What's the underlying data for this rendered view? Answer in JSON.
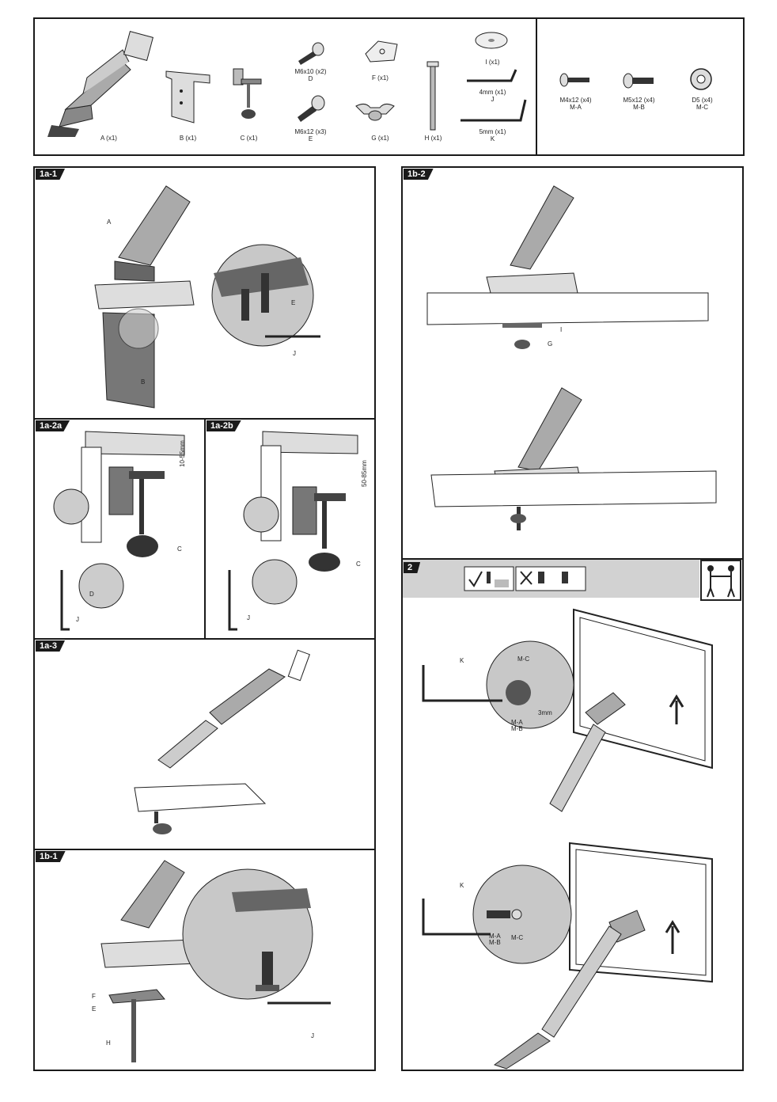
{
  "parts": [
    {
      "name": "A (x1)"
    },
    {
      "name": "B (x1)"
    },
    {
      "name": "C (x1)"
    },
    {
      "name": "M6x10 (x2)",
      "code": "D"
    },
    {
      "name": "M6x12 (x3)",
      "code": "E"
    },
    {
      "name": "F (x1)"
    },
    {
      "name": "G (x1)"
    },
    {
      "name": "H (x1)"
    },
    {
      "name": "I (x1)"
    },
    {
      "name": "4mm (x1)",
      "code": "J"
    },
    {
      "name": "5mm (x1)",
      "code": "K"
    }
  ],
  "screws": [
    {
      "name": "M4x12 (x4)",
      "code": "M-A"
    },
    {
      "name": "M5x12 (x4)",
      "code": "M-B"
    },
    {
      "name": "D5 (x4)",
      "code": "M-C"
    }
  ],
  "steps": {
    "s1a1": "1a-1",
    "s1a2a": "1a-2a",
    "s1a2b": "1a-2b",
    "s1a3": "1a-3",
    "s1b1": "1b-1",
    "s1b2": "1b-2",
    "s2": "2"
  },
  "callouts": {
    "a": "A",
    "b": "B",
    "c": "C",
    "d": "D",
    "e": "E",
    "f": "F",
    "g": "G",
    "h": "H",
    "i": "I",
    "j": "J",
    "k": "K",
    "ma": "M-A",
    "mb": "M-B",
    "mc": "M-C",
    "range_a": "10-55mm",
    "range_b": "50-85mm",
    "depth": "3mm"
  }
}
